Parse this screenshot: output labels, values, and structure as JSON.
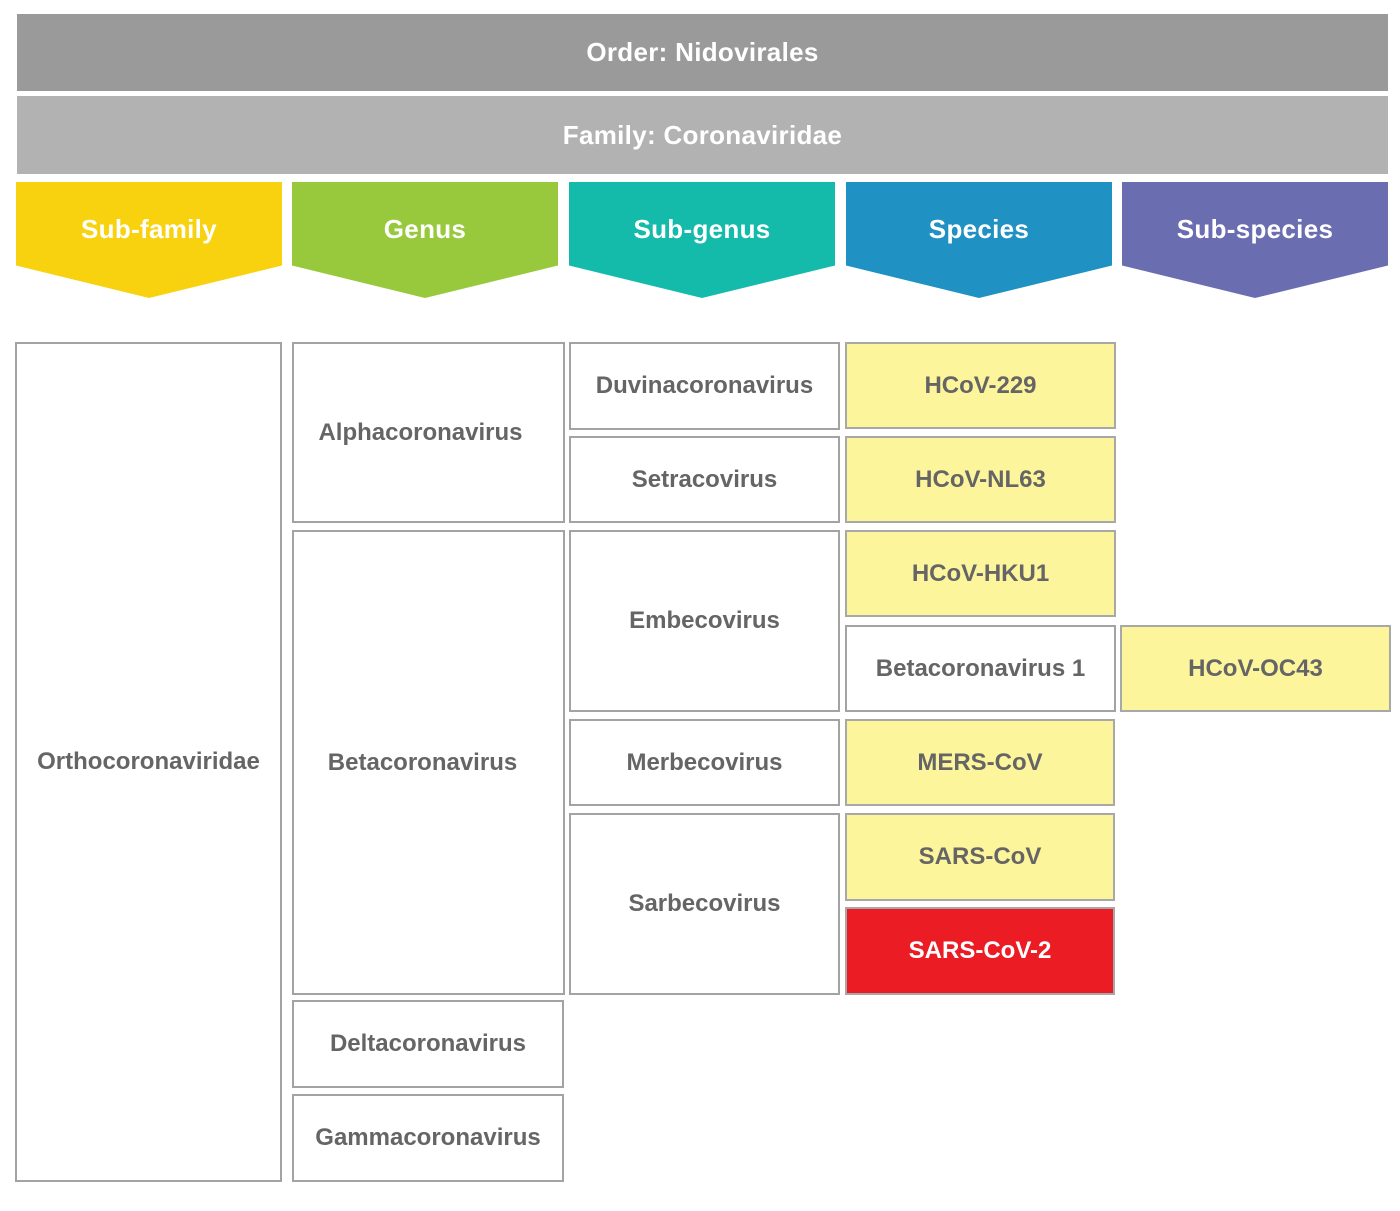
{
  "header": {
    "order": "Order: Nidovirales",
    "family": "Family: Coronaviridae"
  },
  "columns": [
    {
      "label": "Sub-family",
      "color": "#f8d20e"
    },
    {
      "label": "Genus",
      "color": "#98c93c"
    },
    {
      "label": "Sub-genus",
      "color": "#14bbab"
    },
    {
      "label": "Species",
      "color": "#1f91c2"
    },
    {
      "label": "Sub-species",
      "color": "#6a6eb1"
    }
  ],
  "subfamily": "Orthocoronaviridae",
  "genera": {
    "alpha": "Alphacoronavirus",
    "beta": "Betacoronavirus",
    "delta": "Deltacoronavirus",
    "gamma": "Gammacoronavirus"
  },
  "subgenera": {
    "duvina": "Duvinacoronavirus",
    "setra": "Setracovirus",
    "embeco": "Embecovirus",
    "merbeco": "Merbecovirus",
    "sarbeco": "Sarbecovirus"
  },
  "species": {
    "hcov229": "HCoV-229",
    "nl63": "HCoV-NL63",
    "hku1": "HCoV-HKU1",
    "betacov1": "Betacoronavirus 1",
    "mers": "MERS-CoV",
    "sars": "SARS-CoV",
    "sars2": "SARS-CoV-2"
  },
  "subspecies": {
    "oc43": "HCoV-OC43"
  },
  "colors": {
    "species_fill": "#fdf59c",
    "highlight_fill": "#ec1c24",
    "order_bar": "#9a9a9a",
    "family_bar": "#b1b2b1"
  }
}
